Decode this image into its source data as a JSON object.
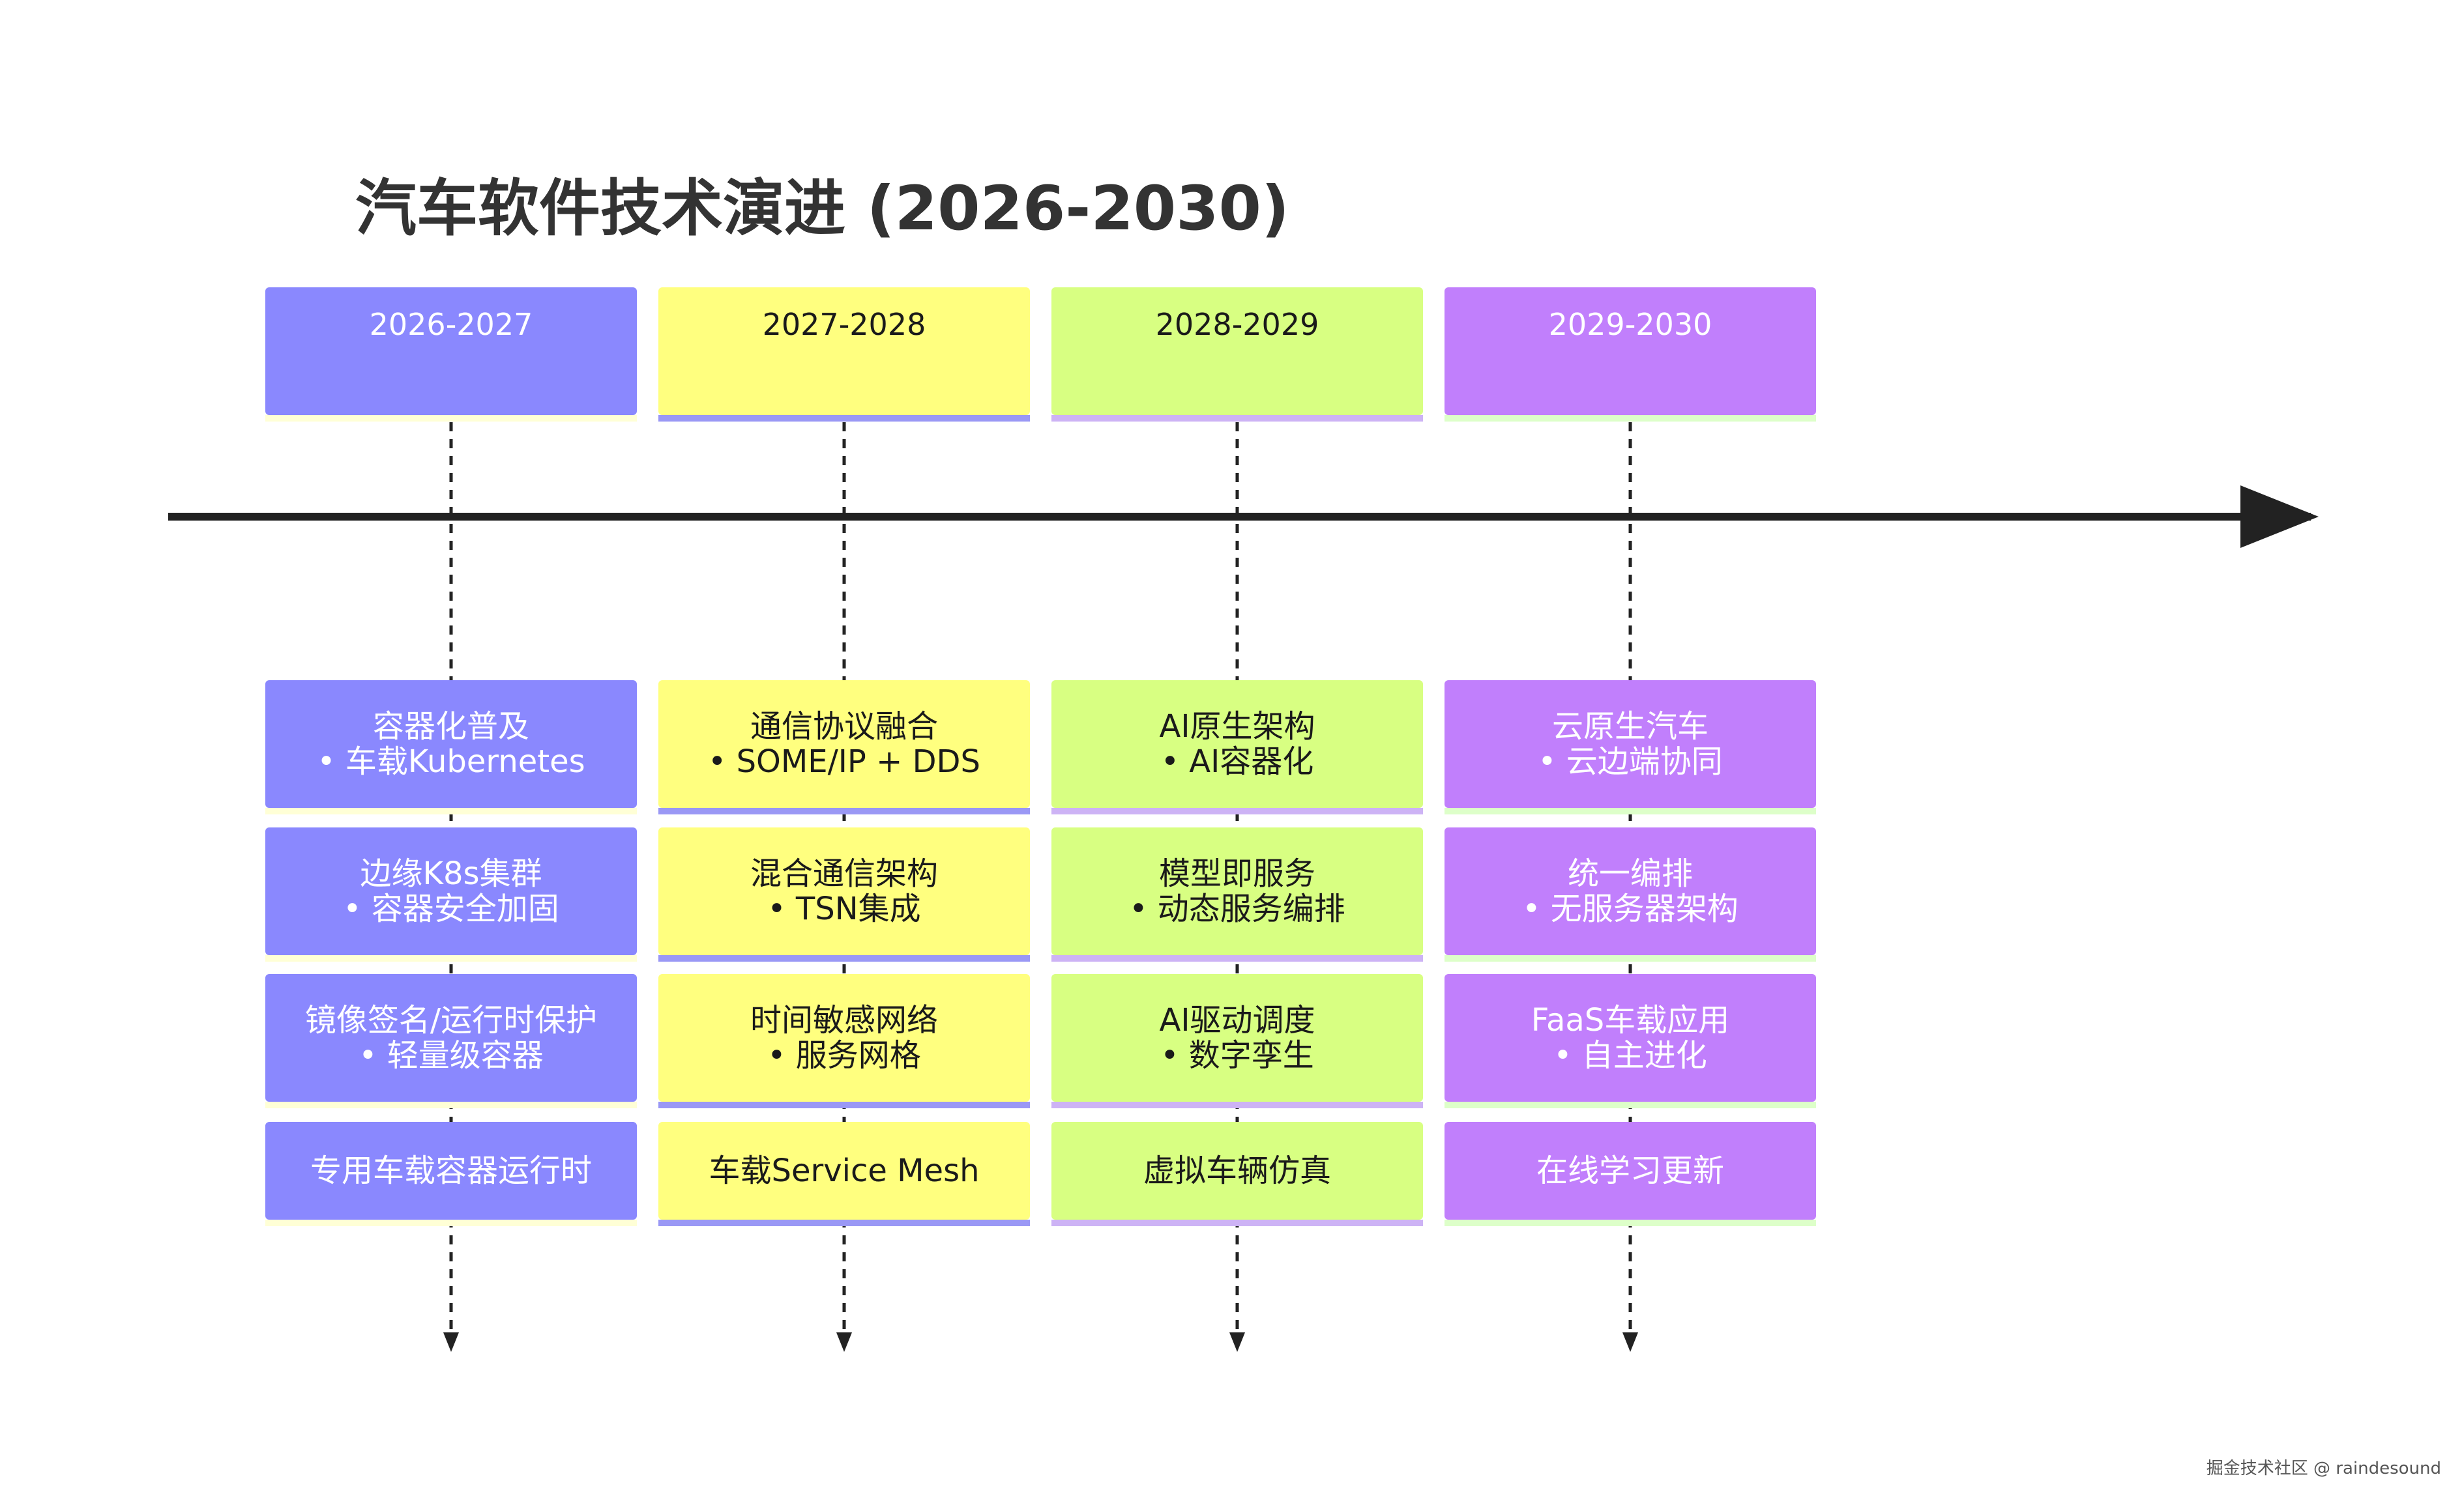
{
  "title": "汽车软件技术演进 (2026-2030)",
  "watermark": "掘金技术社区 @ raindesound",
  "periods": [
    {
      "label": "2026-2027",
      "color": "#8A88FE",
      "text_color": "#FFFFFF",
      "underline_color": "#FFFFD6",
      "events": [
        [
          "容器化普及",
          "• 车载Kubernetes"
        ],
        [
          "边缘K8s集群",
          "• 容器安全加固"
        ],
        [
          "镜像签名/运行时保护",
          "• 轻量级容器"
        ],
        [
          "专用车载容器运行时"
        ]
      ]
    },
    {
      "label": "2027-2028",
      "color": "#FFFF7F",
      "text_color": "#1A1A1A",
      "underline_color": "#9A98F5",
      "events": [
        [
          "通信协议融合",
          "• SOME/IP + DDS"
        ],
        [
          "混合通信架构",
          "• TSN集成"
        ],
        [
          "时间敏感网络",
          "• 服务网格"
        ],
        [
          "车载Service Mesh"
        ]
      ]
    },
    {
      "label": "2028-2029",
      "color": "#D8FF82",
      "text_color": "#1A1A1A",
      "underline_color": "#CDB3F5",
      "events": [
        [
          "AI原生架构",
          "• AI容器化"
        ],
        [
          "模型即服务",
          "• 动态服务编排"
        ],
        [
          "AI驱动调度",
          "• 数字孪生"
        ],
        [
          "虚拟车辆仿真"
        ]
      ]
    },
    {
      "label": "2029-2030",
      "color": "#C17FFC",
      "text_color": "#FFFFFF",
      "underline_color": "#DDFFC9",
      "events": [
        [
          "云原生汽车",
          "• 云边端协同"
        ],
        [
          "统一编排",
          "• 无服务器架构"
        ],
        [
          "FaaS车载应用",
          "• 自主进化"
        ],
        [
          "在线学习更新"
        ]
      ]
    }
  ]
}
